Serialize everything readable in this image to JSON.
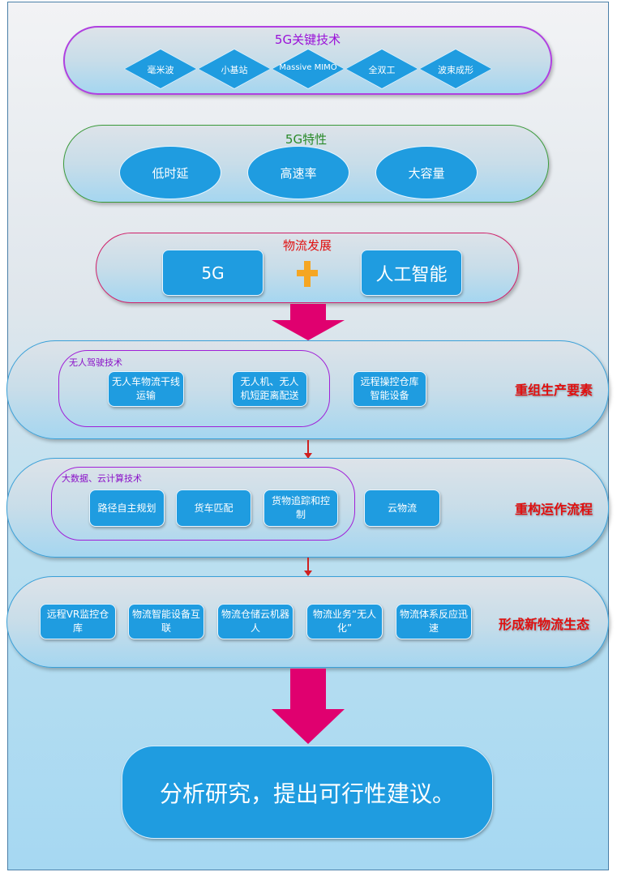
{
  "key_tech": {
    "title": "5G关键技术",
    "items": [
      "毫米波",
      "小基站",
      "Massive MIMO",
      "全双工",
      "波束成形"
    ]
  },
  "features": {
    "title": "5G特性",
    "items": [
      "低时延",
      "高速率",
      "大容量"
    ]
  },
  "logistics": {
    "title": "物流发展",
    "left": "5G",
    "plus": "+",
    "right": "人工智能"
  },
  "stage1": {
    "group_label": "无人驾驶技术",
    "group_items": [
      "无人车物流干线运输",
      "无人机、无人机短距离配送"
    ],
    "items": [
      "远程操控仓库智能设备"
    ],
    "label": "重组生产要素"
  },
  "stage2": {
    "group_label": "大数据、云计算技术",
    "group_items": [
      "路径自主规划",
      "货车匹配",
      "货物追踪和控制"
    ],
    "items": [
      "云物流"
    ],
    "label": "重构运作流程"
  },
  "stage3": {
    "items": [
      "远程VR监控仓库",
      "物流智能设备互联",
      "物流仓储云机器人",
      "物流业务“无人化”",
      "物流体系反应迅速"
    ],
    "label": "形成新物流生态"
  },
  "conclusion": "分析研究，提出可行性建议。",
  "colors": {
    "accent": "#1f9ce0",
    "arrow": "#e0006f",
    "plus": "#f5a623"
  }
}
